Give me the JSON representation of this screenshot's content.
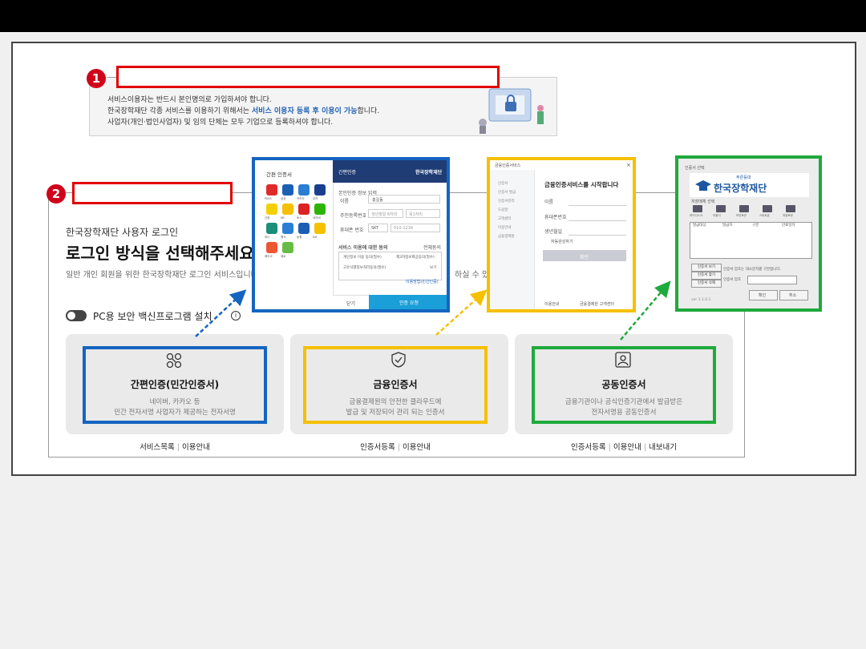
{
  "badges": {
    "one": "1",
    "two": "2"
  },
  "notice": {
    "line1": "서비스이용자는 반드시 본인명의로 가입하셔야 합니다.",
    "line2_pre": "한국장학재단 각종 서비스를 이용하기 위해서는 ",
    "line2_hl": "서비스 이용자 등록 후 이용이 가능",
    "line2_post": "합니다.",
    "line3": "사업자(개인·법인사업자) 및 임의 단체는 모두 기업으로 등록하셔야 합니다."
  },
  "login": {
    "subtitle": "한국장학재단 사용자 로그인",
    "title": "로그인 방식을 선택해주세요",
    "description": "일반 개인 회원을 위한 한국장학재단 로그인 서비스입니다.",
    "description_tail": "하실 수 있습니다.",
    "toggle_label": "PC용 보안 백신프로그램 설치"
  },
  "cards": [
    {
      "title": "간편인증(민간인증서)",
      "desc1": "네이버, 카카오 등",
      "desc2": "민간 전자서명 사업자가 제공하는 전자서명",
      "links": [
        "서비스목록",
        "이용안내"
      ],
      "color": "#1565c0"
    },
    {
      "title": "금융인증서",
      "desc1": "금융결제원의 안전한 클라우드에",
      "desc2": "발급 및 저장되어 관리 되는 인증서",
      "links": [
        "인증서등록",
        "이용안내"
      ],
      "color": "#f5c000"
    },
    {
      "title": "공동인증서",
      "desc1": "금융기관이나 공식인증기관에서 발급받은",
      "desc2": "전자서명용 공동인증서",
      "links": [
        "인증서등록",
        "이용안내",
        "내보내기"
      ],
      "color": "#1faa3c"
    }
  ],
  "shot_simple": {
    "left_header": "간편 인증서",
    "right_header": "간편인증",
    "logo": "한국장학재단",
    "apps": [
      "PASS",
      "삼성",
      "카카오",
      "우리",
      "신한",
      "KB",
      "토스",
      "네이버",
      "하나",
      "뱅크",
      "농협",
      "NH",
      "페이코",
      "제로"
    ],
    "section": "본인인증 정보 입력",
    "fields": [
      "이름",
      "주민등록번호",
      "휴대폰 번호"
    ],
    "name_value": "홍길동",
    "ssn_ph1": "생년월일 6자리",
    "ssn_ph2": "뒷1자리",
    "carrier": "SKT",
    "phone_ph": "010-1234",
    "consent": "서비스 이용에 대한 동의",
    "consent_all": "전체동의",
    "consent_items": [
      "개인정보 이용 동의(필수)",
      "제3자정보제공동의(필수)",
      "고유식별정보처리동의(필수)"
    ],
    "view": "보기",
    "help": "이용방법(민간인증)",
    "btn_cancel": "닫기",
    "btn_ok": "인증 요청"
  },
  "shot_finance": {
    "window_title": "금융인증서비스",
    "heading": "금융인증서비스를 시작합니다",
    "menu": [
      "인증서",
      "인증서 발급",
      "인증서관리",
      "도움말",
      "고객센터",
      "이용안내",
      "금융결제원"
    ],
    "fields": [
      "이름",
      "휴대폰번호",
      "생년월일"
    ],
    "checkbox": "자동완성하기",
    "button": "확인",
    "footer1": "이용안내",
    "footer2": "금융결제원 고객센터"
  },
  "shot_joint": {
    "window_title": "인증서 선택",
    "banner_small": "푸른등대",
    "banner": "한국장학재단",
    "label": "저장매체 선택",
    "media": [
      "하드디스크",
      "이동식",
      "보안토큰",
      "스마트폰",
      "저장토큰"
    ],
    "columns": [
      "발급대상",
      "발급자",
      "구분",
      "만료일자"
    ],
    "btns": [
      "인증서 보기",
      "인증서 찾기",
      "인증서 삭제"
    ],
    "hint": "인증서 암호는 대소문자를 구분합니다.",
    "pw_label": "인증서 암호",
    "ok": "확인",
    "cancel": "취소",
    "version": "ver 1.1.0.1"
  },
  "colors": {
    "red": "#e10000",
    "blue": "#1565c0",
    "yellow": "#f5c000",
    "green": "#1faa3c"
  },
  "icons": [
    "link-icon",
    "shield-check-icon",
    "person-id-icon",
    "info-icon"
  ]
}
